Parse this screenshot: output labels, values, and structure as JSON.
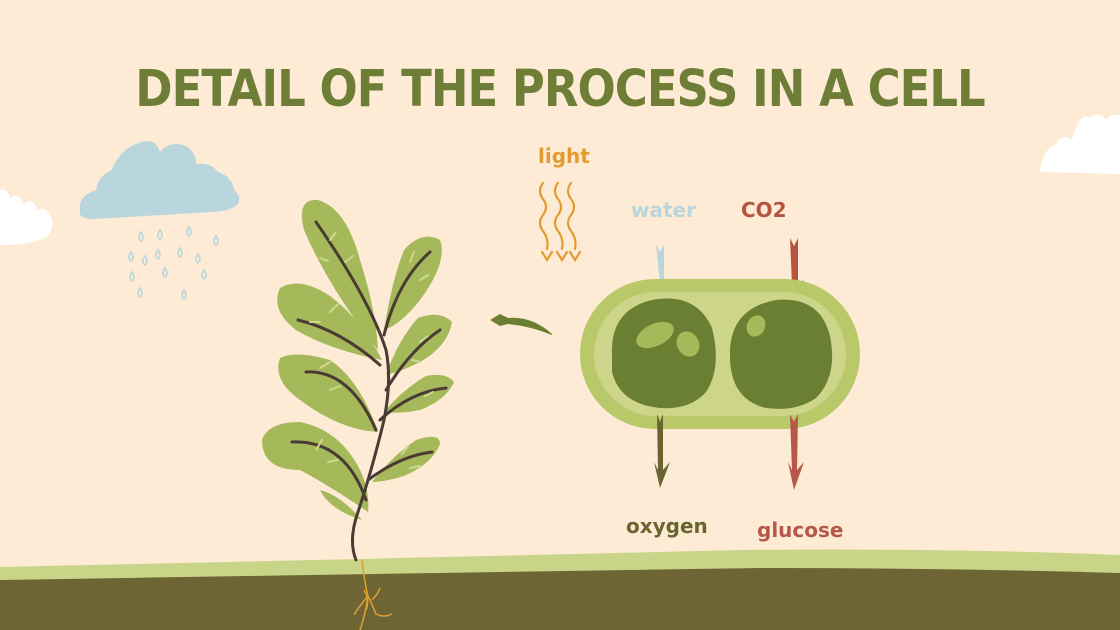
{
  "slide": {
    "title": "DETAIL OF THE PROCESS IN A CELL",
    "background_color": "#fdebd5"
  },
  "labels": {
    "light": {
      "text": "light",
      "color": "#e39a2f"
    },
    "water": {
      "text": "water",
      "color": "#b8d6dc"
    },
    "co2": {
      "text": "CO2",
      "color": "#b5543f"
    },
    "oxygen": {
      "text": "oxygen",
      "color": "#6a6530"
    },
    "glucose": {
      "text": "glucose",
      "color": "#b5584a"
    }
  },
  "illustration": {
    "elements": [
      "rain-cloud",
      "plant",
      "cell-chloroplast",
      "light-rays",
      "flow-arrows",
      "ground",
      "white-clouds"
    ],
    "colors": {
      "title": "#6f7e37",
      "leaf": "#a6b95a",
      "stem": "#4a3a34",
      "cell_outer": "#b9c868",
      "cell_inner": "#ccd58a",
      "organelle": "#6b7f33",
      "ground_top": "#c8d488",
      "ground": "#6d6533",
      "rain_cloud": "#b8d6dc",
      "roots": "#e0a030"
    }
  }
}
